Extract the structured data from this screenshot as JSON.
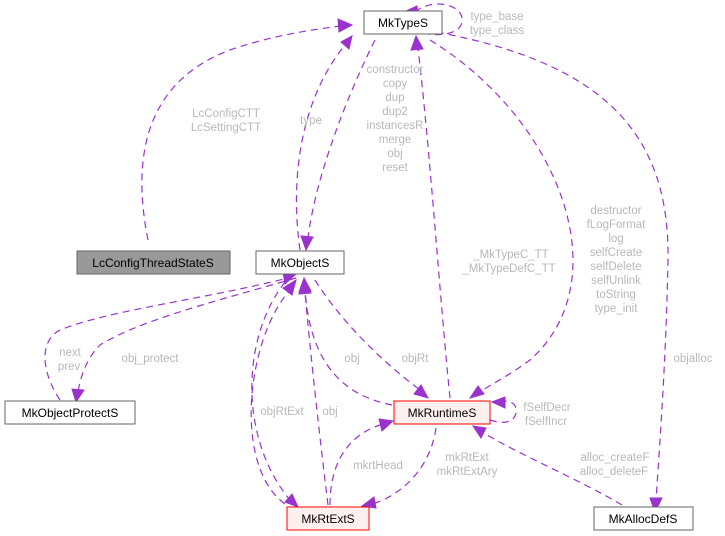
{
  "colors": {
    "edge": "#9a32cd",
    "label": "#b8b8b8",
    "focus_fill": "#999999",
    "red_border": "#ff0000",
    "red_fill": "#fff0f0"
  },
  "nodes": {
    "mktypes": "MkTypeS",
    "lcconfig": "LcConfigThreadStateS",
    "mkobjects": "MkObjectS",
    "mkobjectprotects": "MkObjectProtectS",
    "mkruntimes": "MkRuntimeS",
    "mkrtexts": "MkRtExtS",
    "mkallocdefs": "MkAllocDefS"
  },
  "edge_labels": {
    "type_base": "type_base",
    "type_class": "type_class",
    "lcconfigctt": "LcConfigCTT",
    "lcsettingctt": "LcSettingCTT",
    "type": "type",
    "ctor": [
      "constructor",
      "copy",
      "dup",
      "dup2",
      "instancesR",
      "merge",
      "obj",
      "reset"
    ],
    "mktypec": "_MkTypeC_TT",
    "mktypedefc": "_MkTypeDefC_TT",
    "dtor": [
      "destructor",
      "fLogFormat",
      "log",
      "selfCreate",
      "selfDelete",
      "selfUnlink",
      "toString",
      "type_init"
    ],
    "objalloc": "objalloc",
    "next": "next",
    "prev": "prev",
    "obj_protect": "obj_protect",
    "obj1": "obj",
    "objrt": "objRt",
    "fselfdecr": "fSelfDecr",
    "fselfincr": "fSelfIncr",
    "objrtext": "objRtExt",
    "obj2": "obj",
    "mkrthead": "mkrtHead",
    "mkrtext": "mkRtExt",
    "mkrtextary": "mkRtExtAry",
    "alloc_createf": "alloc_createF",
    "alloc_deletef": "alloc_deleteF"
  }
}
